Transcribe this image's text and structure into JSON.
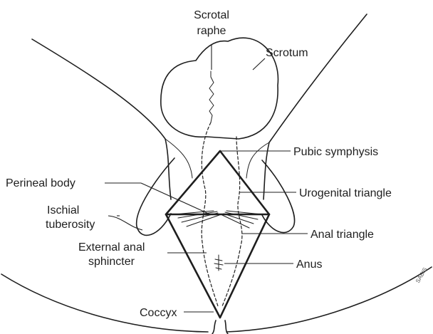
{
  "labels": {
    "scrotal_raphe": [
      "Scrotal",
      "raphe"
    ],
    "scrotum": "Scrotum",
    "pubic_symphysis": "Pubic symphysis",
    "perineal_body": "Perineal body",
    "urogenital_triangle": "Urogenital triangle",
    "ischial_tuberosity": [
      "Ischial",
      "tuberosity"
    ],
    "anal_triangle": "Anal triangle",
    "external_anal_sphincter": [
      "External anal",
      "sphincter"
    ],
    "anus": "Anus",
    "coccyx": "Coccyx"
  },
  "corner_mark": "SABIS"
}
